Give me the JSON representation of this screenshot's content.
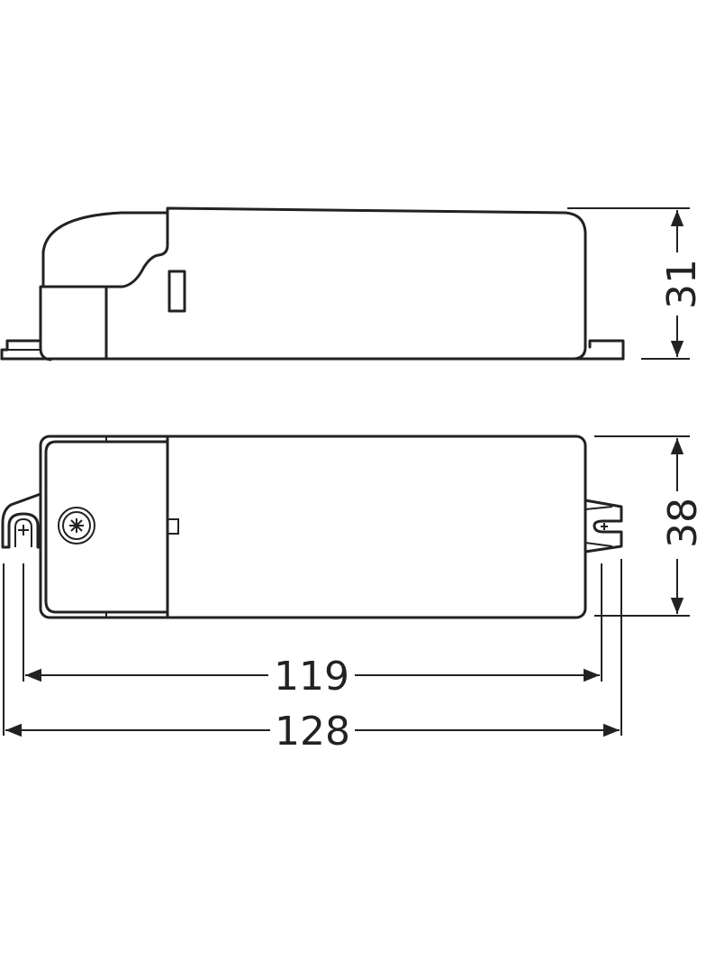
{
  "dimensions": {
    "height_side": "31",
    "width_top": "38",
    "mounting_distance": "119",
    "overall_length": "128"
  },
  "colors": {
    "line": "#222222",
    "background": "#ffffff"
  }
}
